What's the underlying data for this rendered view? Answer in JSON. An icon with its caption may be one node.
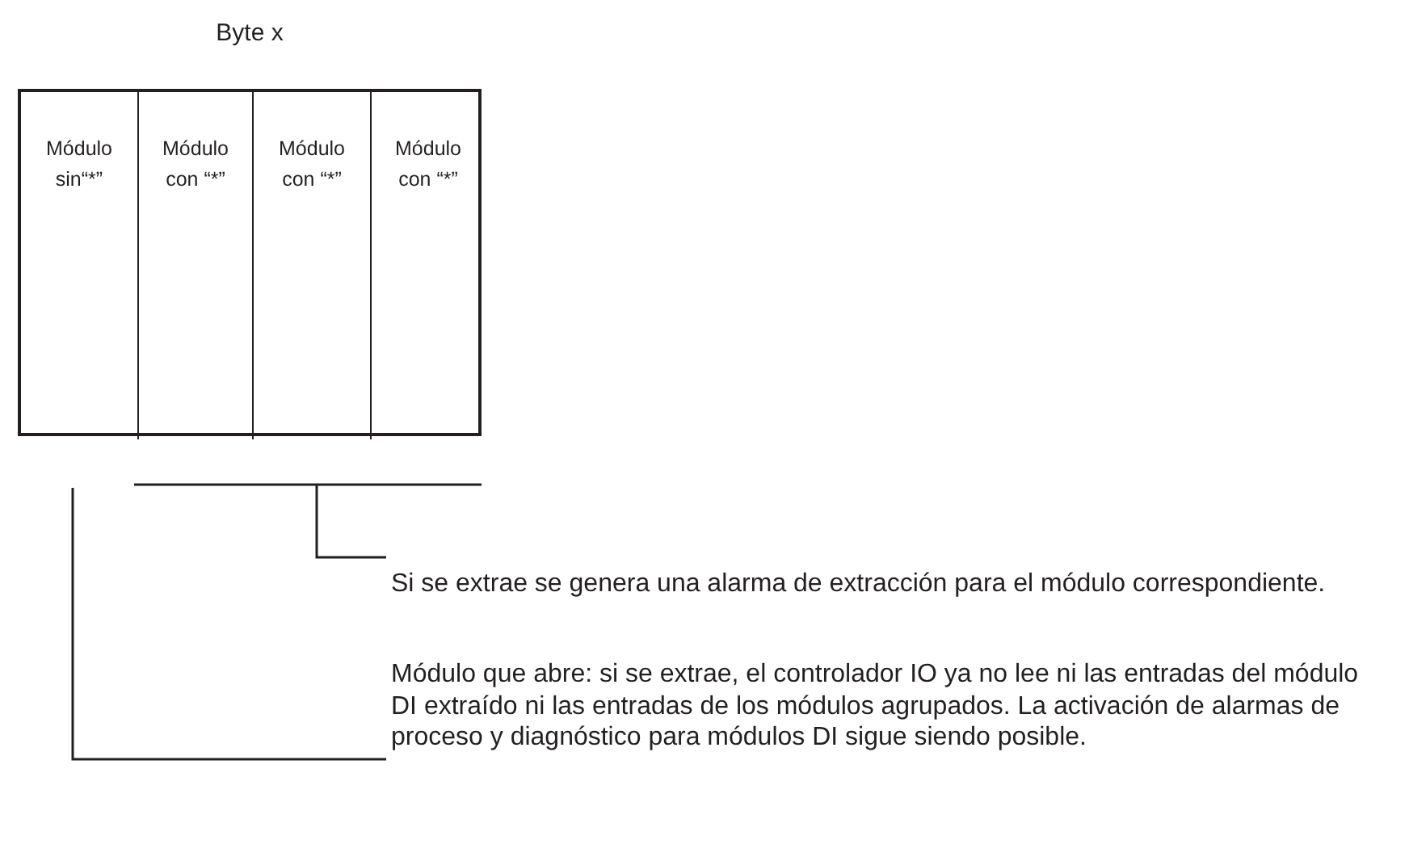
{
  "diagram": {
    "nodes": [
      {
        "text": [
          "Byte x"
        ]
      },
      {
        "text": [
          "Módulo sin“*”"
        ],
        "in": 0
      },
      {
        "text": [
          "Módulo con “*”"
        ],
        "in": 0
      },
      {
        "text": [
          "Módulo con “*”"
        ],
        "in": 0
      },
      {
        "text": [
          "Módulo con “*”"
        ],
        "in": 0
      },
      {
        "text": [
          "Si se extrae se genera una alarma de extracción para el módulo correspondiente."
        ]
      },
      {
        "text": [
          "Módulo que abre: si se extrae, el controlador IO ya no lee ni las entradas del módulo DI extraído ni las entradas de los módulos agrupados. La activación de alarmas de proceso y diagnóstico para módulos DI sigue siendo posible."
        ]
      }
    ],
    "edges": [
      {
        "from": 5,
        "to": null,
        "arrow": "none"
      },
      {
        "from": 6,
        "to": null,
        "arrow": "none"
      }
    ]
  }
}
